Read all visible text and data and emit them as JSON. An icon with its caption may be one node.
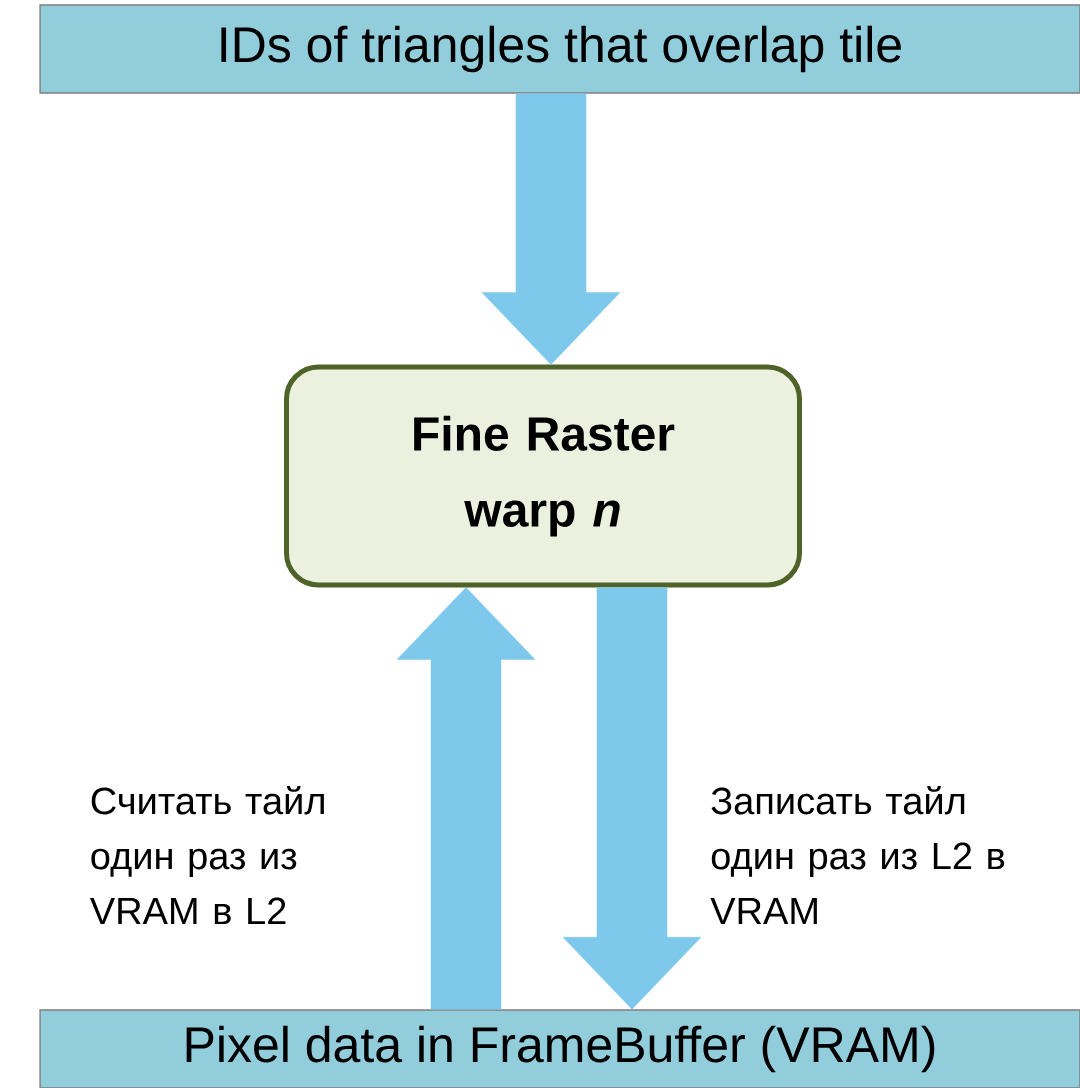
{
  "diagram": {
    "nodes": [
      {
        "text": [
          "IDs of triangles that overlap tile"
        ]
      },
      {
        "text": [
          "Fine Raster warp *n*"
        ]
      },
      {
        "text": [
          "Pixel data in FrameBuffer (VRAM)"
        ]
      }
    ],
    "edges": [
      {
        "from": 0,
        "to": 1,
        "arrow": "to"
      },
      {
        "from": 2,
        "to": 1,
        "arrow": "to",
        "label": "Считать тайл один раз из VRAM в L2"
      },
      {
        "from": 1,
        "to": 2,
        "arrow": "to",
        "label": "Записать тайл один раз из L2 в VRAM"
      }
    ]
  }
}
